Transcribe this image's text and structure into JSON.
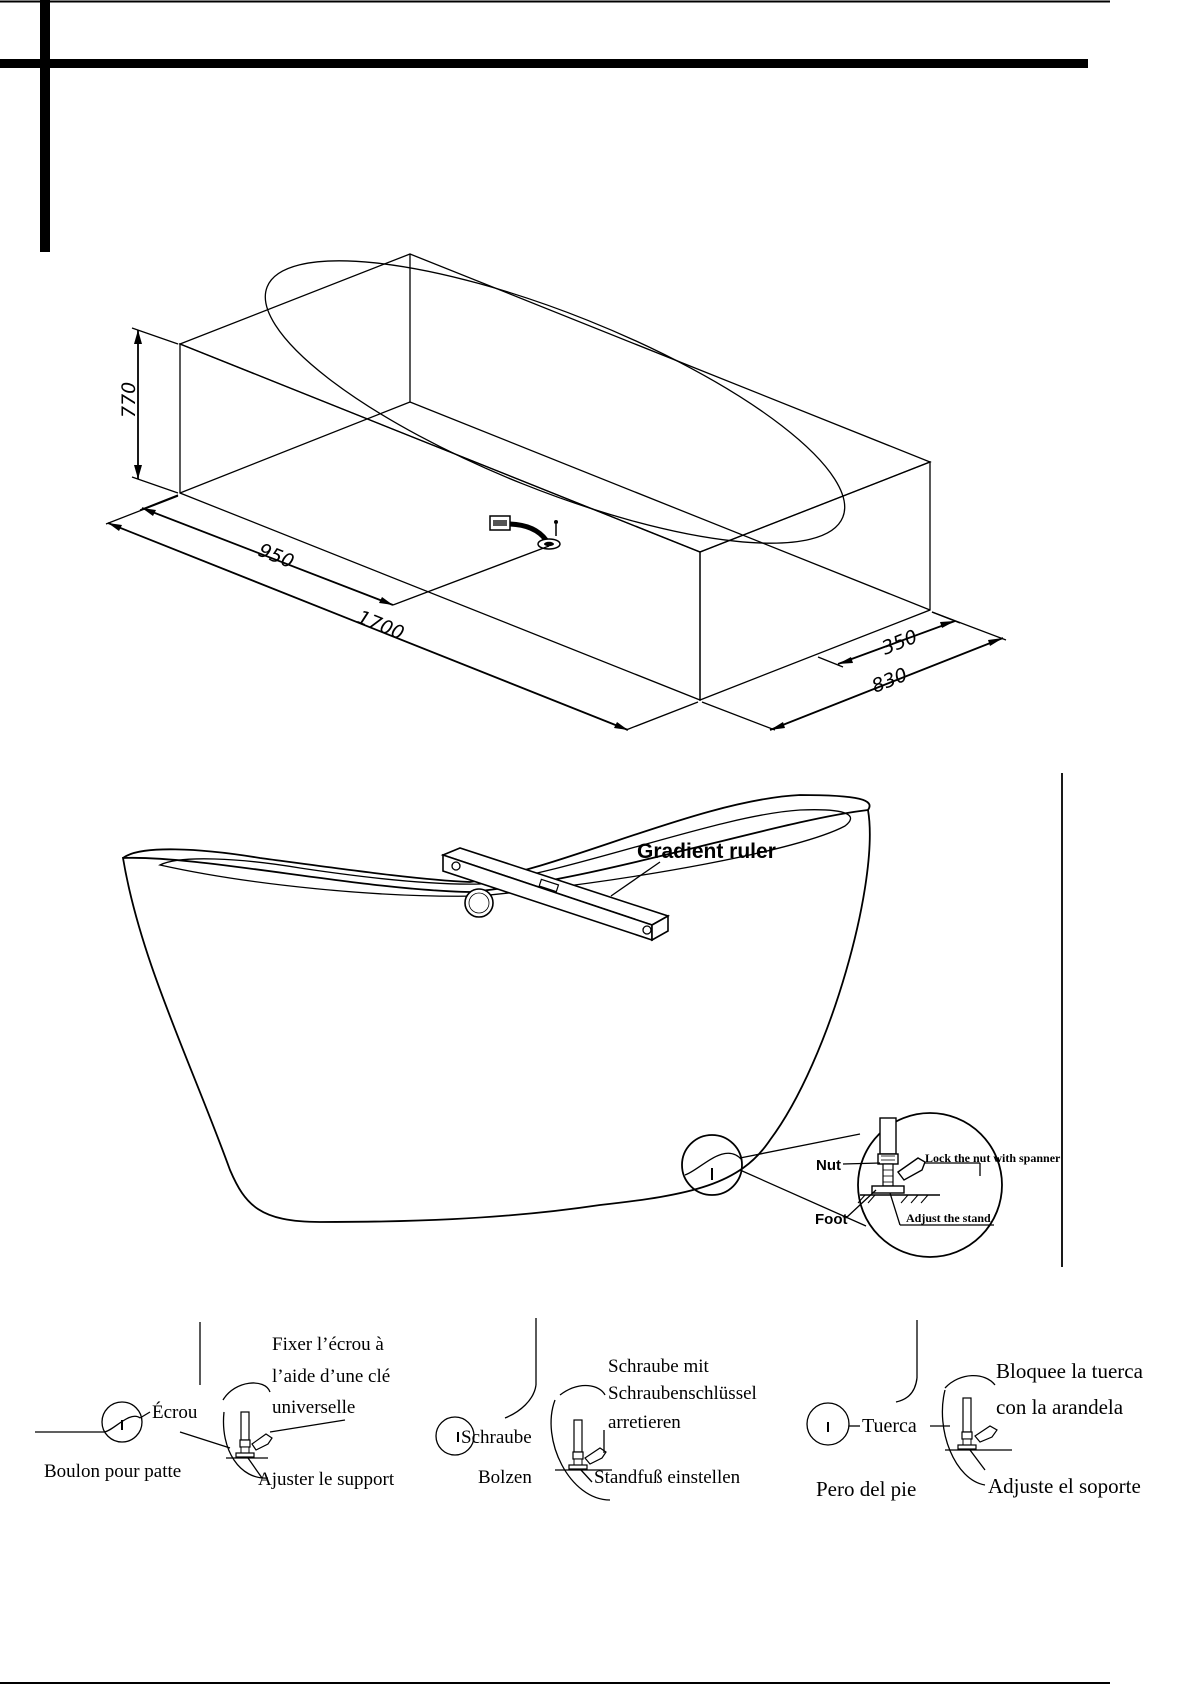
{
  "dimensions": {
    "height": "770",
    "drain_offset": "950",
    "length": "1700",
    "drain_side_offset": "350",
    "width": "830"
  },
  "leveling": {
    "gradient_ruler": "Gradient ruler",
    "nut": "Nut",
    "foot": "Foot",
    "lock_nut": "Lock the nut with spanner",
    "adjust_stand": "Adjust the stand"
  },
  "french": {
    "nut": "Écrou",
    "bolt": "Boulon pour patte",
    "lock_line1": "Fixer l’écrou à",
    "lock_line2": "l’aide d’une clé",
    "lock_line3": "universelle",
    "adjust": "Ajuster le support"
  },
  "german": {
    "nut": "Schraube",
    "bolt": "Bolzen",
    "lock_line1": "Schraube mit",
    "lock_line2": "Schraubenschlüssel",
    "lock_line3": "arretieren",
    "adjust": "Standfuß einstellen"
  },
  "spanish": {
    "nut": "Tuerca",
    "bolt": "Pero del pie",
    "lock_line1": "Bloquee la tuerca",
    "lock_line2": "con la arandela",
    "adjust": "Adjuste el soporte"
  }
}
